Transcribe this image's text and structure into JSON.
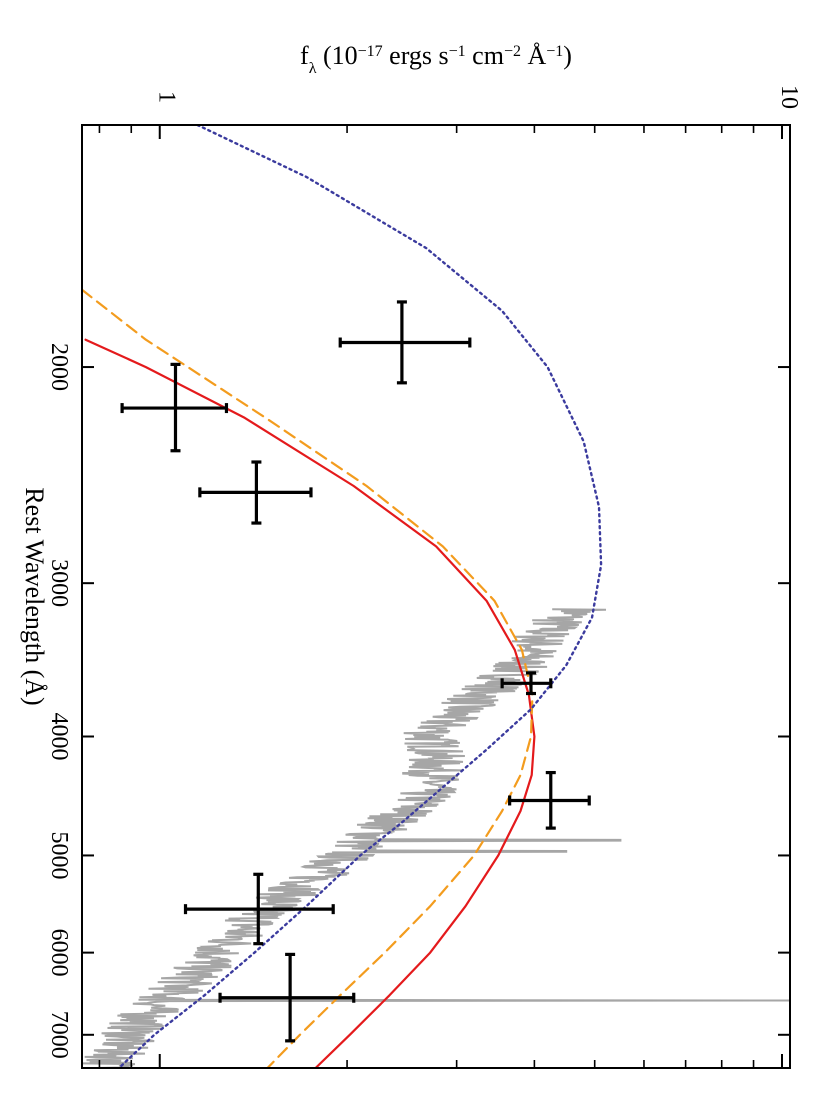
{
  "chart_data": {
    "type": "line",
    "orientation": "rotated-90",
    "x_axis": {
      "label": "Rest Wavelength (Å)",
      "scale": "log",
      "range": [
        1270,
        7450
      ],
      "ticks": [
        2000,
        3000,
        4000,
        5000,
        6000,
        7000
      ],
      "tick_labels": [
        "2000",
        "3000",
        "4000",
        "5000",
        "6000",
        "7000"
      ]
    },
    "y_axis": {
      "label_parts": [
        "f",
        "λ",
        " (10",
        "−17",
        " ergs s",
        "−1",
        " cm",
        "−2",
        " Å",
        "−1",
        ")"
      ],
      "scale": "log",
      "range": [
        0.75,
        10.3
      ],
      "ticks": [
        1,
        10
      ],
      "tick_labels": [
        "1",
        "10"
      ],
      "minor_ticks": [
        0.8,
        0.9,
        2,
        3,
        4,
        5,
        6,
        7,
        8,
        9
      ]
    },
    "photometry": [
      {
        "x": 1910,
        "y": 2.45,
        "xerr": [
          1770,
          2060
        ],
        "yerr": [
          1.95,
          3.15
        ]
      },
      {
        "x": 2160,
        "y": 1.06,
        "xerr": [
          1990,
          2340
        ],
        "yerr": [
          0.87,
          1.28
        ]
      },
      {
        "x": 2530,
        "y": 1.43,
        "xerr": [
          2390,
          2680
        ],
        "yerr": [
          1.16,
          1.75
        ]
      },
      {
        "x": 3620,
        "y": 3.95,
        "xerr": [
          3550,
          3690
        ],
        "yerr": [
          3.55,
          4.25
        ]
      },
      {
        "x": 4510,
        "y": 4.25,
        "xerr": [
          4280,
          4750
        ],
        "yerr": [
          3.65,
          4.9
        ]
      },
      {
        "x": 5530,
        "y": 1.44,
        "xerr": [
          5180,
          5900
        ],
        "yerr": [
          1.1,
          1.9
        ]
      },
      {
        "x": 6530,
        "y": 1.62,
        "xerr": [
          6020,
          7080
        ],
        "yerr": [
          1.25,
          2.05
        ]
      }
    ],
    "series": [
      {
        "style": "solid",
        "color": "#e41a1c",
        "points": [
          [
            1900,
            0.76
          ],
          [
            2000,
            0.95
          ],
          [
            2200,
            1.37
          ],
          [
            2500,
            2.05
          ],
          [
            2800,
            2.78
          ],
          [
            3100,
            3.35
          ],
          [
            3400,
            3.72
          ],
          [
            3700,
            3.92
          ],
          [
            4000,
            4.0
          ],
          [
            4300,
            3.96
          ],
          [
            4600,
            3.8
          ],
          [
            5000,
            3.5
          ],
          [
            5500,
            3.1
          ],
          [
            6000,
            2.72
          ],
          [
            6500,
            2.34
          ],
          [
            7000,
            2.02
          ],
          [
            7450,
            1.78
          ]
        ]
      },
      {
        "style": "dashed",
        "color": "#f39c1e",
        "points": [
          [
            1730,
            0.75
          ],
          [
            1900,
            0.95
          ],
          [
            2200,
            1.48
          ],
          [
            2500,
            2.15
          ],
          [
            2800,
            2.85
          ],
          [
            3100,
            3.45
          ],
          [
            3400,
            3.82
          ],
          [
            3700,
            3.97
          ],
          [
            4000,
            3.95
          ],
          [
            4300,
            3.8
          ],
          [
            4600,
            3.55
          ],
          [
            5000,
            3.2
          ],
          [
            5500,
            2.72
          ],
          [
            6000,
            2.3
          ],
          [
            6500,
            1.95
          ],
          [
            7000,
            1.68
          ],
          [
            7450,
            1.49
          ]
        ]
      },
      {
        "style": "dotted",
        "color": "#3b3b9e",
        "points": [
          [
            1270,
            1.15
          ],
          [
            1400,
            1.72
          ],
          [
            1600,
            2.68
          ],
          [
            1800,
            3.55
          ],
          [
            2000,
            4.2
          ],
          [
            2300,
            4.8
          ],
          [
            2600,
            5.08
          ],
          [
            2900,
            5.12
          ],
          [
            3200,
            4.95
          ],
          [
            3500,
            4.5
          ],
          [
            3800,
            3.95
          ],
          [
            4100,
            3.35
          ],
          [
            4400,
            2.85
          ],
          [
            4700,
            2.45
          ],
          [
            5000,
            2.1
          ],
          [
            5500,
            1.72
          ],
          [
            6000,
            1.42
          ],
          [
            6500,
            1.18
          ],
          [
            7000,
            0.98
          ],
          [
            7450,
            0.86
          ]
        ]
      }
    ],
    "spectrum": {
      "color": "#a6a6a6",
      "range": [
        3150,
        7450
      ],
      "points": [
        [
          3150,
          4.8
        ],
        [
          3200,
          4.45
        ],
        [
          3300,
          4.15
        ],
        [
          3400,
          4.0
        ],
        [
          3500,
          3.8
        ],
        [
          3600,
          3.6
        ],
        [
          3700,
          3.3
        ],
        [
          3800,
          3.05
        ],
        [
          3900,
          2.85
        ],
        [
          4000,
          2.72
        ],
        [
          4100,
          2.8
        ],
        [
          4200,
          2.78
        ],
        [
          4300,
          2.76
        ],
        [
          4400,
          2.72
        ],
        [
          4500,
          2.65
        ],
        [
          4600,
          2.52
        ],
        [
          4700,
          2.35
        ],
        [
          4800,
          2.22
        ],
        [
          5000,
          2.0
        ],
        [
          5200,
          1.8
        ],
        [
          5400,
          1.6
        ],
        [
          5600,
          1.45
        ],
        [
          5800,
          1.34
        ],
        [
          6000,
          1.25
        ],
        [
          6200,
          1.16
        ],
        [
          6400,
          1.08
        ],
        [
          6600,
          1.0
        ],
        [
          6800,
          0.94
        ],
        [
          7000,
          0.9
        ],
        [
          7200,
          0.86
        ],
        [
          7450,
          0.83
        ]
      ],
      "emission_lines": [
        [
          4861,
          5.5
        ],
        [
          4959,
          4.5
        ],
        [
          6563,
          10.5
        ]
      ]
    }
  }
}
